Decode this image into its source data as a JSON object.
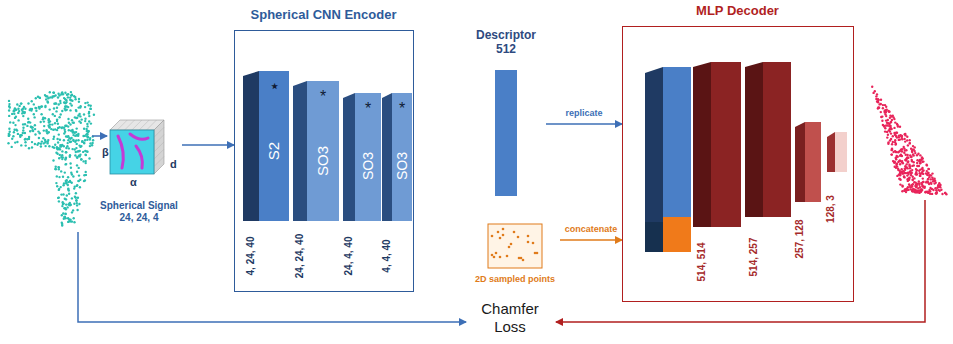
{
  "diagram": {
    "nodes": [
      {
        "text": [
          "Spherical Signal",
          "24, 24, 4"
        ]
      },
      {
        "text": [
          "Spherical CNN Encoder"
        ]
      },
      {
        "text": [
          "⋆",
          "S2",
          "4, 24, 40"
        ],
        "in": 1
      },
      {
        "text": [
          "*",
          "SO3",
          "24, 24, 40"
        ],
        "in": 1
      },
      {
        "text": [
          "*",
          "SO3",
          "24, 4, 40"
        ],
        "in": 1
      },
      {
        "text": [
          "*",
          "SO3",
          "4, 4, 40"
        ],
        "in": 1
      },
      {
        "text": [
          "Descriptor 512"
        ]
      },
      {
        "text": [
          "2D sampled points"
        ]
      },
      {
        "text": [
          "Chamfer Loss"
        ]
      },
      {
        "text": [
          "MLP Decoder"
        ]
      },
      {
        "text": [
          "514, 514"
        ],
        "in": 9
      },
      {
        "text": [
          "514, 257"
        ],
        "in": 9
      },
      {
        "text": [
          "257, 128"
        ],
        "in": 9
      },
      {
        "text": [
          "128, 3"
        ],
        "in": 9
      }
    ],
    "edges": [
      {
        "from": 0,
        "to": 1,
        "arrow": "to"
      },
      {
        "from": 6,
        "to": 9,
        "label": "replicate",
        "arrow": "to"
      },
      {
        "from": 7,
        "to": 9,
        "label": "concatenate",
        "arrow": "to"
      }
    ],
    "labels": [
      "β",
      "α",
      "d"
    ]
  }
}
